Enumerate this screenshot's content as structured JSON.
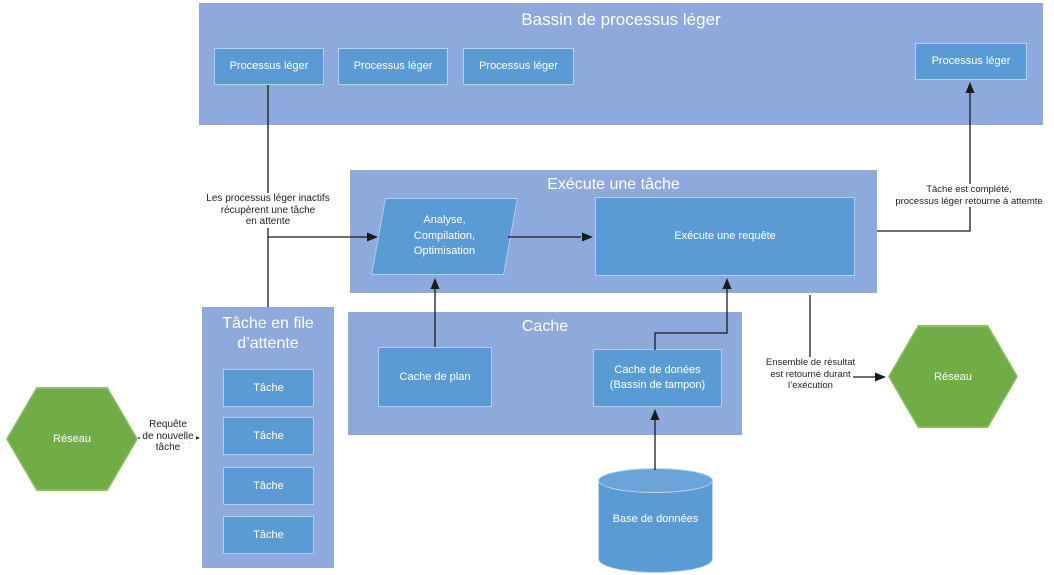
{
  "colors": {
    "container_fill": "#8ea9db",
    "container_border": "#98aad2",
    "box_fill": "#5b9bd5",
    "box_border": "#b7cde9",
    "hexagon_fill": "#70ad47",
    "hexagon_border": "#8dc268",
    "cylinder_fill": "#5b9bd5",
    "cylinder_top_fill": "#6aa4d9",
    "cylinder_border": "#c3d5ec",
    "connector": "#1a1a1a",
    "shape_text": "#ffffff",
    "annotation_text": "#1f1f1f"
  },
  "pool": {
    "title": "Bassin de processus léger",
    "workers": [
      "Processus léger",
      "Processus léger",
      "Processus léger"
    ],
    "returning_worker": "Processus léger"
  },
  "exec": {
    "title": "Exécute une tâche",
    "compile_steps": [
      "Analyse,",
      "Compilation,",
      "Optimisation"
    ],
    "query_box": "Exécute une requête"
  },
  "cache": {
    "title": "Cache",
    "plan_cache": "Cache de plan",
    "data_cache_lines": [
      "Cache de donées",
      "(Bassin de tampon)"
    ]
  },
  "queue": {
    "title": "Tâche en file d’attente",
    "tasks": [
      "Tâche",
      "Tâche",
      "Tâche",
      "Tâche"
    ]
  },
  "network_left": {
    "label": "Réseau"
  },
  "network_right": {
    "label": "Réseau"
  },
  "database": {
    "label": "Base de données"
  },
  "annotations": {
    "pickup_lines": [
      "Les processus léger inactifs",
      "récupèrent une tâche",
      "en attente"
    ],
    "request_lines": [
      "Requête",
      "de nouvelle",
      "tâche"
    ],
    "complete_lines": [
      "Tâche est complété,",
      "processus léger retourne à attemte"
    ],
    "result_lines": [
      "Ensemble de résultat",
      "est retourné durant",
      "l’exécution"
    ]
  }
}
